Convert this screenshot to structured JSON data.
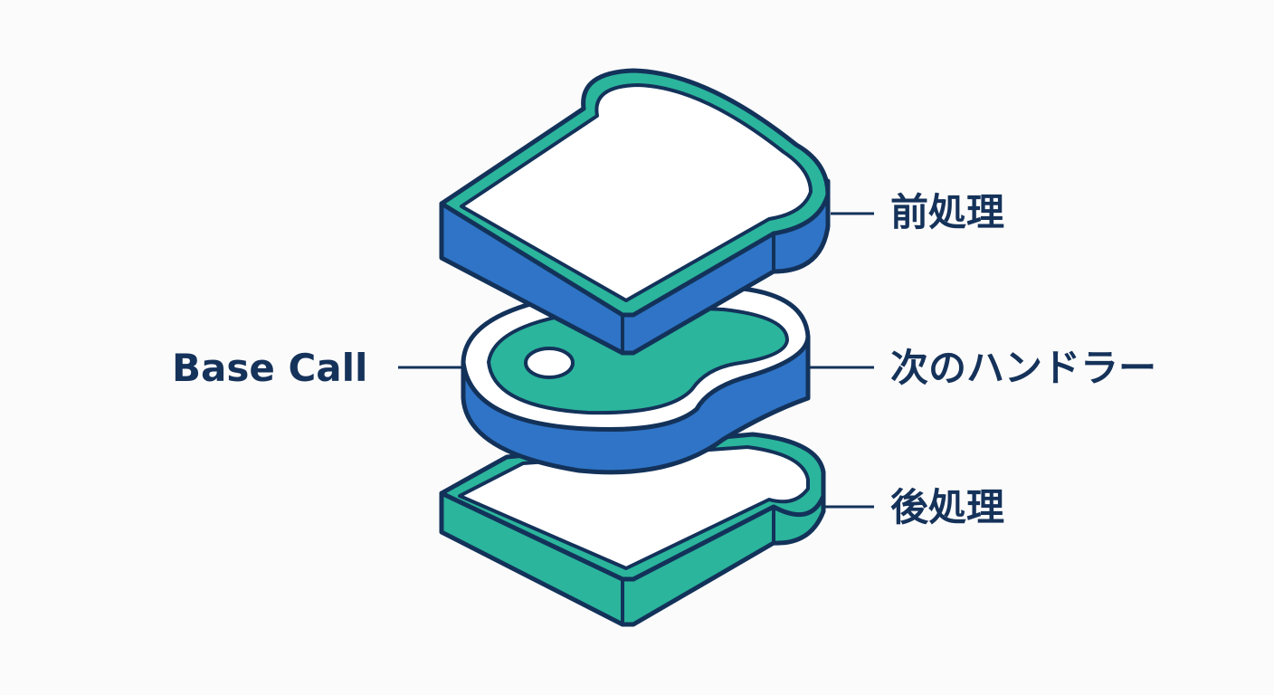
{
  "labels": {
    "top_layer": "前処理",
    "middle_layer_left": "Base Call",
    "middle_layer_right": "次のハンドラー",
    "bottom_layer": "後処理"
  },
  "colors": {
    "outline": "#13325a",
    "blue_side": "#2f74c6",
    "teal": "#2bb59c",
    "white": "#ffffff",
    "background": "#fbfbfb",
    "label_text": "#15325a"
  }
}
